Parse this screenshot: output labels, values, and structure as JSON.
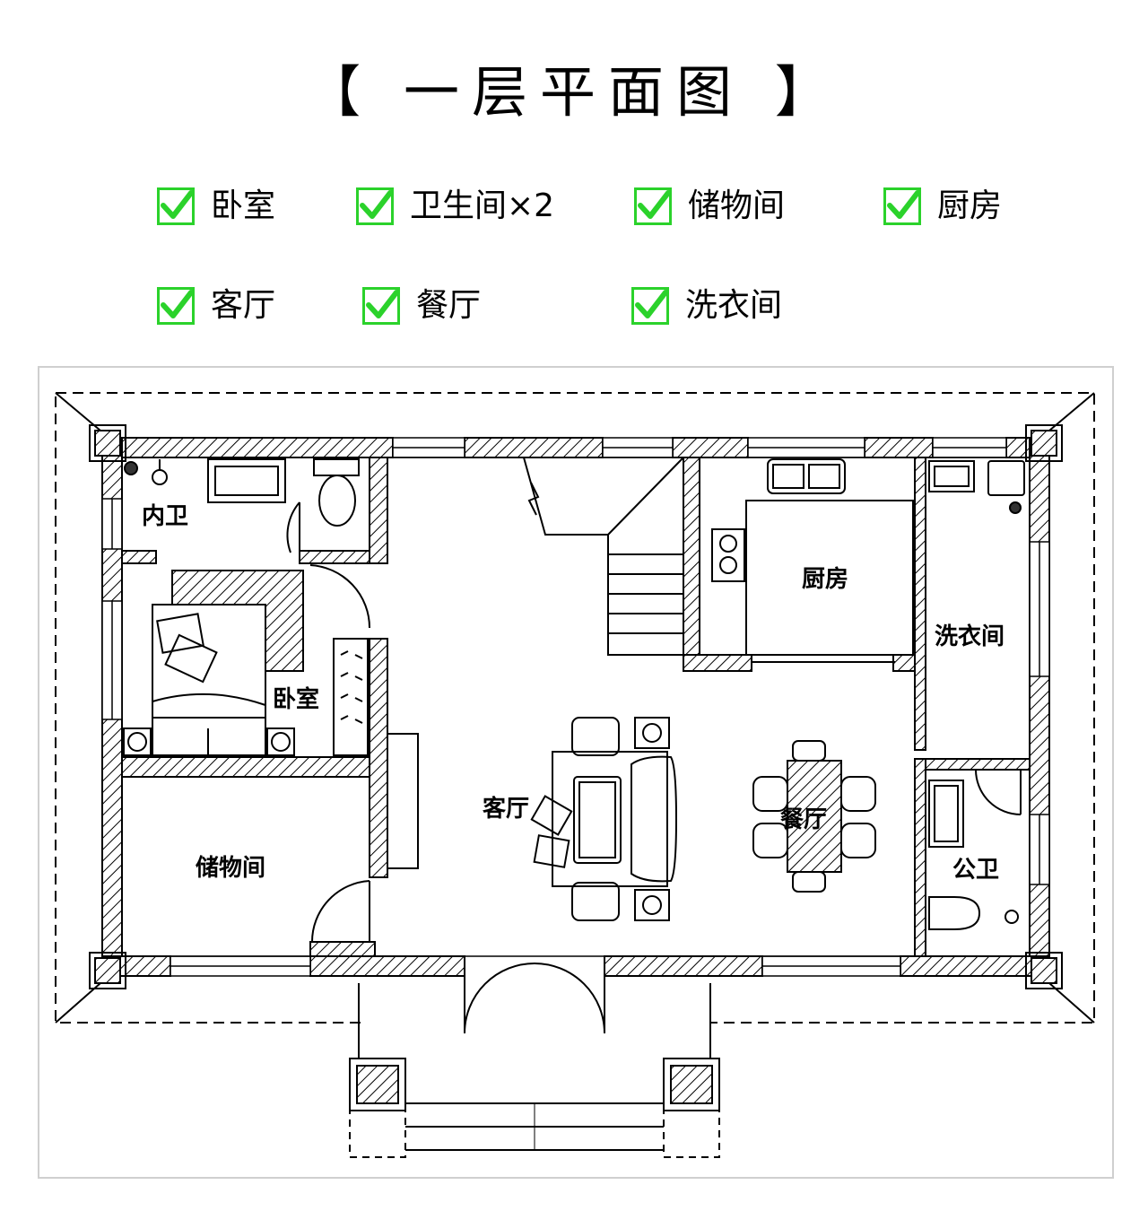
{
  "title": "【 一层平面图 】",
  "features": [
    {
      "label": "卧室"
    },
    {
      "label": "卫生间×2"
    },
    {
      "label": "储物间"
    },
    {
      "label": "厨房"
    },
    {
      "label": "客厅"
    },
    {
      "label": "餐厅"
    },
    {
      "label": "洗衣间"
    }
  ],
  "rooms": {
    "inner_bath": "内卫",
    "bedroom": "卧室",
    "storage": "储物间",
    "living": "客厅",
    "kitchen": "厨房",
    "laundry": "洗衣间",
    "dining": "餐厅",
    "public_bath": "公卫"
  },
  "colors": {
    "check": "#2bd22b",
    "line": "#000000",
    "frame": "#cfcfcf"
  }
}
